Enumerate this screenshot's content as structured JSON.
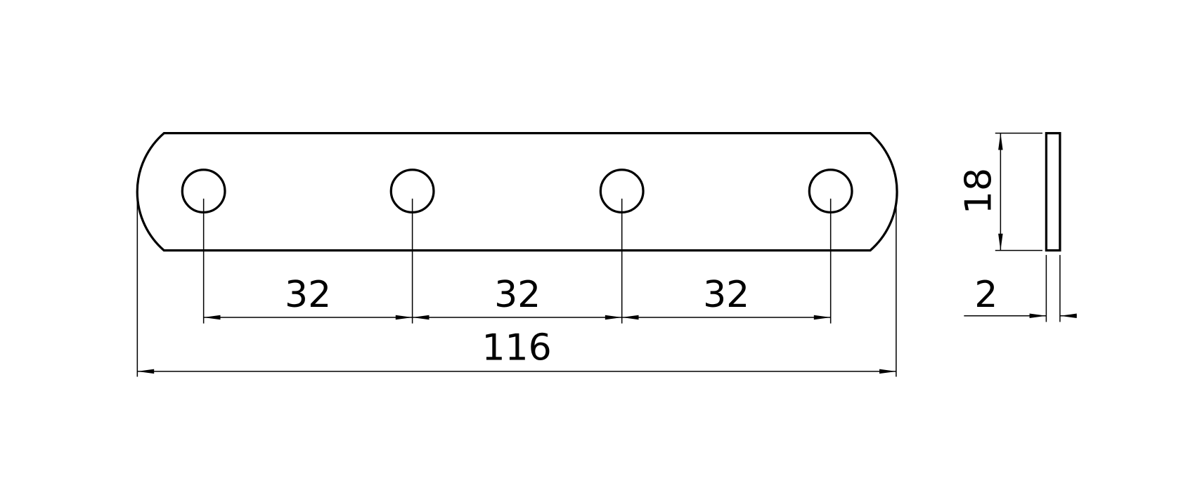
{
  "drawing": {
    "hole_pitch_labels": [
      "32",
      "32",
      "32"
    ],
    "overall_length_label": "116",
    "height_label": "18",
    "thickness_label": "2",
    "hole_count": 4,
    "line_color": "#000000",
    "background_color": "#ffffff"
  }
}
